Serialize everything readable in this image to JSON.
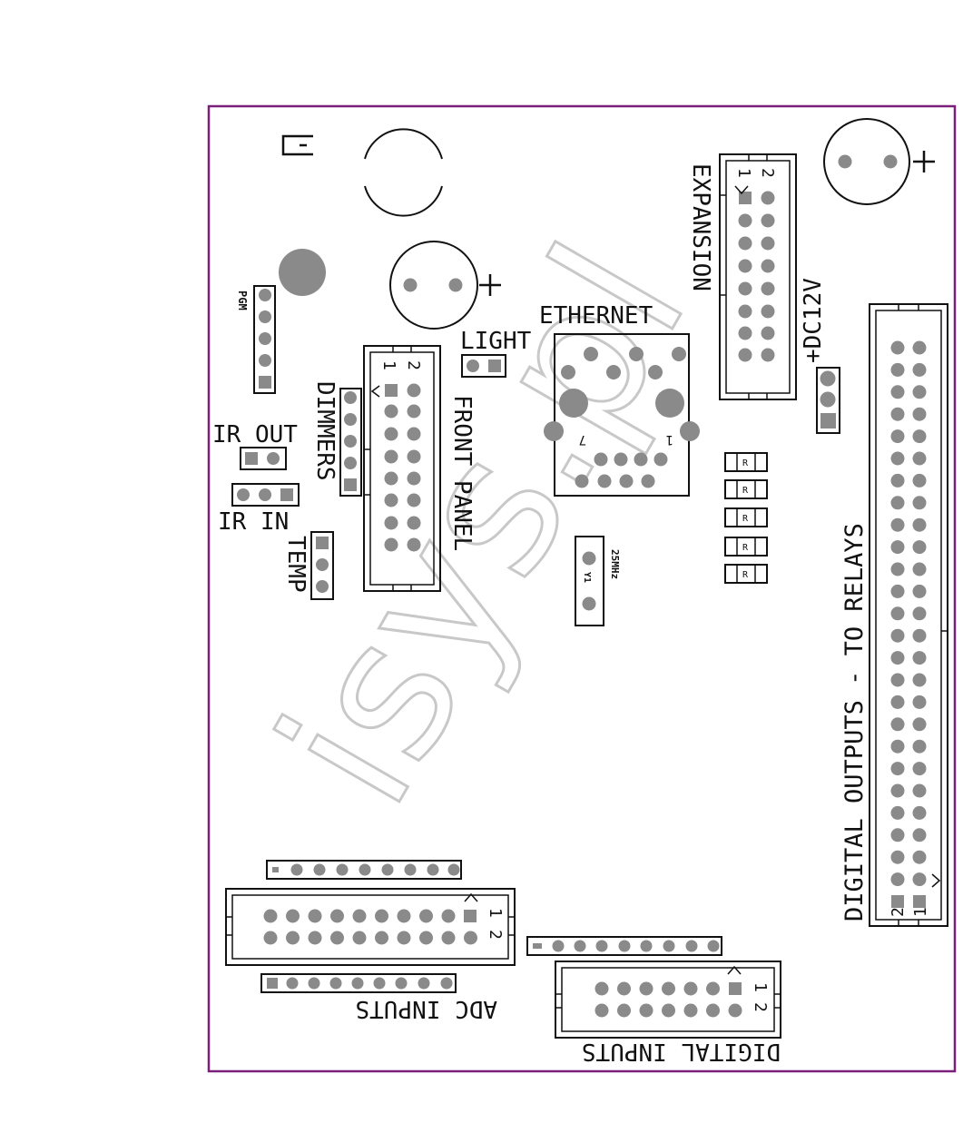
{
  "colors": {
    "board_outline": "#7a1f7a",
    "pin": "#8a8a8a",
    "ink": "#111111",
    "watermark": "#c8c8c8"
  },
  "labels": {
    "pgm": "PGM",
    "light": "LIGHT",
    "ethernet": "ETHERNET",
    "expansion": "EXPANSION",
    "dc12v": "+DC12V",
    "dimmers": "DIMMERS",
    "ir_out": "IR OUT",
    "ir_in": "IR IN",
    "temp": "TEMP",
    "front_panel": "FRONT PANEL",
    "crystal": "Y1",
    "crystal_freq": "25MHz",
    "digital_outputs": "DIGITAL OUTPUTS - TO RELAYS",
    "adc_inputs": "ADC INPUTS",
    "digital_inputs": "DIGITAL INPUTS",
    "resistor": "R",
    "pin1": "1",
    "pin2": "2",
    "plus": "+",
    "eth_pin1": "1",
    "eth_pin7": "7",
    "watermark": "isys.pl"
  }
}
